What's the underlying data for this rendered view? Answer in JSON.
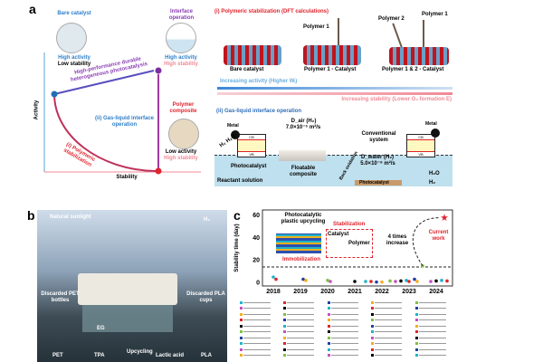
{
  "panel_a": {
    "label": "a",
    "bare": {
      "title": "Bare catalyst",
      "activity": "High activity",
      "stability": "Low stability"
    },
    "interface": {
      "title": "Interface operation",
      "activity": "High activity",
      "stability": "High stability"
    },
    "polymer": {
      "title": "Polymer composite",
      "activity": "Low activity",
      "stability": "High stability"
    },
    "arrow_top": "High-performance durable heterogeneous photocatalysis",
    "route_ii": "(ii) Gas-liquid interface operation",
    "route_i": "(i) Polymeric stabilization",
    "y_axis": "Activity",
    "x_axis": "Stability",
    "dft": {
      "title": "(i) Polymeric stabilization (DFT calculations)",
      "structures": [
        "Bare catalyst",
        "Polymer 1 - Catalyst",
        "Polymer 1 & 2 - Catalyst"
      ],
      "polymer1": "Polymer 1",
      "polymer2": "Polymer 2",
      "activity_arrow": "Increasing activity (Higher Wᵢ)",
      "stability_arrow": "Increasing stability (Lower O₂ formation E)"
    },
    "gl": {
      "title": "(ii) Gas-liquid interface operation",
      "metal": "Metal",
      "cb": "CB",
      "vb": "VB",
      "photocatalyst": "Photocatalyst",
      "h2h2o": "H₂ H₂O",
      "d_air": "D_air (H₂)",
      "d_air_val": "7.0×10⁻⁵ m²/s",
      "floatable": "Floatable composite",
      "conventional": "Conventional system",
      "d_water": "D_water (H₂)",
      "d_water_val": "5.0×10⁻⁹ m²/s",
      "back": "Back oxidation",
      "reactant": "Reactant solution",
      "legend_h2o": "H₂O",
      "legend_h2": "H₂"
    }
  },
  "panel_b": {
    "label": "b",
    "sunlight": "Natural sunlight",
    "h2": "H₂",
    "pet_bottles": "Discarded PET bottles",
    "pla_cups": "Discarded PLA cups",
    "pet": "PET",
    "tpa": "TPA",
    "eg": "EG",
    "upcycling": "Upcycling",
    "lactic": "Lactic acid",
    "pla": "PLA"
  },
  "panel_c": {
    "label": "c",
    "inset_title": "Photocatalytic plastic upcycling",
    "stabilization": "Stabilization",
    "catalyst": "Catalyst",
    "polymer": "Polymer",
    "immobilization": "Immobilization",
    "increase": "4 times increase",
    "current": "Current work"
  },
  "chart_data": {
    "type": "scatter",
    "ylabel": "Stability time (day)",
    "xlim": [
      2017.6,
      2024.6
    ],
    "ylim": [
      -3,
      65
    ],
    "xticks": [
      "2018",
      "2019",
      "2020",
      "2021",
      "2022",
      "2023",
      "2024"
    ],
    "yticks": [
      "0",
      "20",
      "40",
      "60"
    ],
    "reference_line": 14,
    "points": [
      [
        2018.0,
        5
      ],
      [
        2018.1,
        3
      ],
      [
        2019.1,
        3
      ],
      [
        2019.2,
        2
      ],
      [
        2020.0,
        2
      ],
      [
        2020.1,
        1
      ],
      [
        2021.0,
        1
      ],
      [
        2021.4,
        1
      ],
      [
        2021.6,
        1
      ],
      [
        2021.8,
        0.5
      ],
      [
        2022.0,
        0.5
      ],
      [
        2022.3,
        1.5
      ],
      [
        2022.5,
        1
      ],
      [
        2022.7,
        1.5
      ],
      [
        2022.9,
        2
      ],
      [
        2023.0,
        1
      ],
      [
        2023.2,
        3
      ],
      [
        2023.3,
        1
      ],
      [
        2023.5,
        15
      ],
      [
        2023.8,
        1
      ],
      [
        2024.0,
        1.5
      ],
      [
        2024.2,
        2
      ],
      [
        2024.4,
        1.5
      ]
    ],
    "current_work": [
      2024.3,
      58
    ],
    "colors": [
      "#1fb5c8",
      "#e0242c",
      "#2340a0",
      "#f2b01e",
      "#7fc241",
      "#c44fc2",
      "#000000"
    ]
  }
}
